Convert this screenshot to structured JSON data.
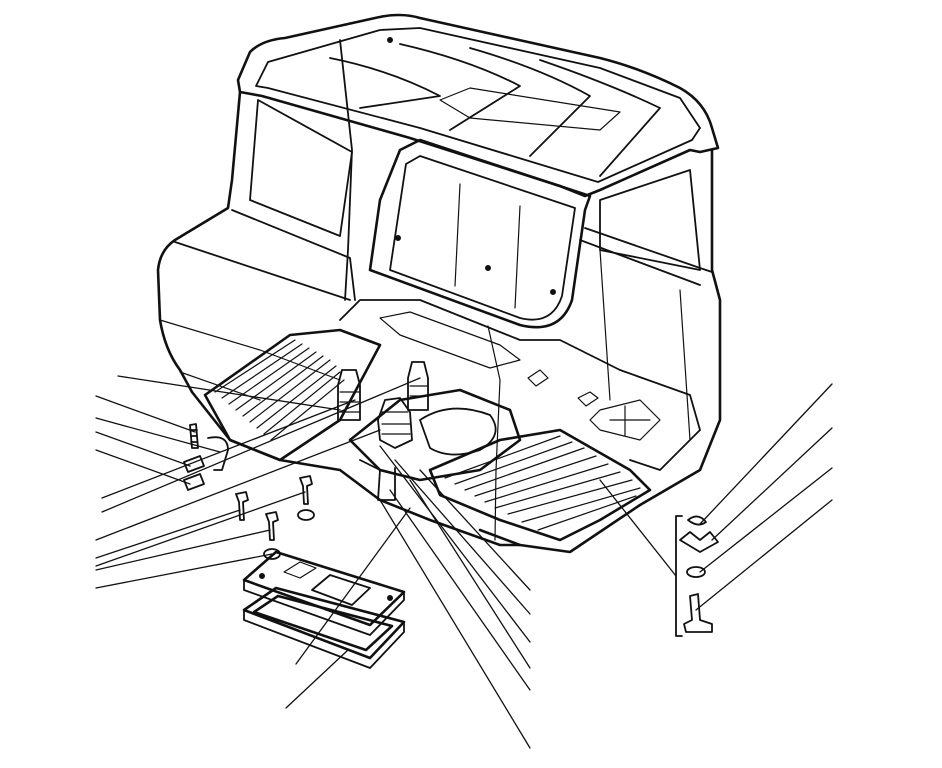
{
  "figure": {
    "leader_lines_left_count": 12,
    "leader_lines_bottom_count": 8,
    "leader_lines_right_count": 4
  },
  "colors": {
    "ink": "#111111",
    "background": "#ffffff"
  }
}
